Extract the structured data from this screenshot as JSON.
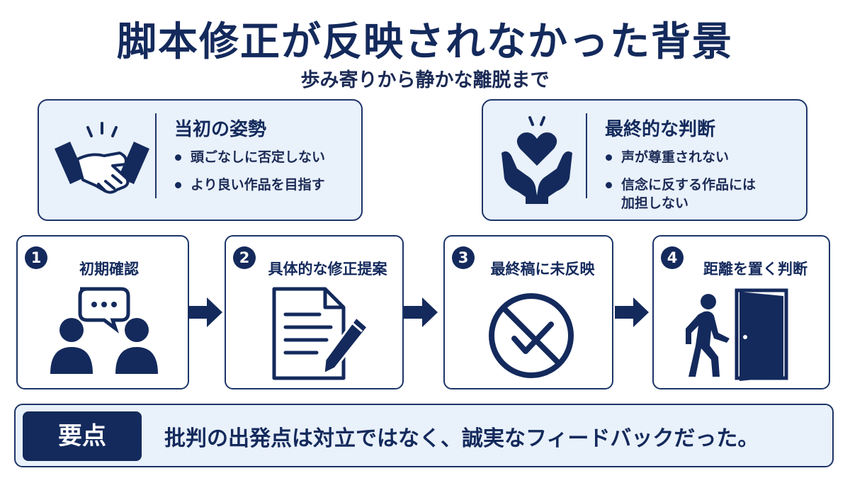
{
  "title": "脚本修正が反映されなかった背景",
  "subtitle": "歩み寄りから静かな離脱まで",
  "initial_box": {
    "title": "当初の姿勢",
    "icon": "handshake-icon",
    "bullets": [
      "頭ごなしに否定しない",
      "より良い作品を目指す"
    ]
  },
  "final_box": {
    "title": "最終的な判断",
    "icon": "heart-in-hands-icon",
    "bullets": [
      "声が尊重されない",
      "信念に反する作品には",
      "加担しない"
    ]
  },
  "steps": [
    {
      "number": "1",
      "label": "初期確認",
      "icon": "two-people-chat-icon"
    },
    {
      "number": "2",
      "label": "具体的な修正提案",
      "icon": "document-pen-icon"
    },
    {
      "number": "3",
      "label": "最終稿に未反映",
      "icon": "crossed-check-icon"
    },
    {
      "number": "4",
      "label": "距離を置く判断",
      "icon": "person-leaving-door-icon"
    }
  ],
  "summary": {
    "tag": "要点",
    "text": "批判の出発点は対立ではなく、誠実なフィードバックだった。"
  },
  "colors": {
    "navy": "#142a5c",
    "light_blue": "#e9f1fb",
    "border": "#1d3568"
  }
}
